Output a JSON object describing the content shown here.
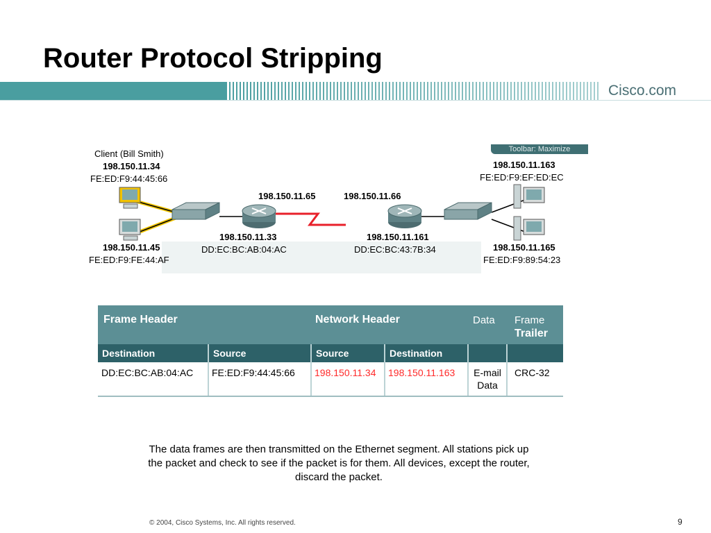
{
  "slide": {
    "title": "Router Protocol Stripping",
    "brand": "Cisco.com",
    "copyright": "© 2004, Cisco Systems, Inc. All rights reserved.",
    "page_number": "9"
  },
  "figure": {
    "toolbar_tag": "Toolbar: Maximize",
    "client": {
      "name": "Client (Bill Smith)",
      "ip": "198.150.11.34",
      "mac": "FE:ED:F9:44:45:66"
    },
    "host_left_bottom": {
      "ip": "198.150.11.45",
      "mac": "FE:ED:F9:FE:44:AF"
    },
    "router_left": {
      "wan_ip": "198.150.11.65",
      "lan_ip": "198.150.11.33",
      "lan_mac": "DD:EC:BC:AB:04:AC"
    },
    "router_right": {
      "wan_ip": "198.150.11.66",
      "lan_ip": "198.150.11.161",
      "lan_mac": "DD:EC:BC:43:7B:34"
    },
    "host_right_top": {
      "ip": "198.150.11.163",
      "mac": "FE:ED:F9:EF:ED:EC"
    },
    "host_right_bottom": {
      "ip": "198.150.11.165",
      "mac": "FE:ED:F9:89:54:23"
    },
    "caption_lines": [
      "The data frames are then transmitted on the Ethernet segment. All stations pick up",
      "the packet and check to see if the packet is for them. All devices, except the router,",
      "discard the packet."
    ]
  },
  "frame_table": {
    "groups": {
      "frame_header": "Frame Header",
      "network_header": "Network Header",
      "data": "Data",
      "frame_trailer_1": "Frame",
      "frame_trailer_2": "Trailer"
    },
    "columns": [
      "Destination",
      "Source",
      "Source",
      "Destination",
      "",
      ""
    ],
    "row": {
      "frame_dest": "DD:EC:BC:AB:04:AC",
      "frame_src": "FE:ED:F9:44:45:66",
      "net_src": "198.150.11.34",
      "net_dest": "198.150.11.163",
      "data_1": "E-mail",
      "data_2": "Data",
      "trailer": "CRC-32"
    },
    "colors": {
      "header": "#5c8f95",
      "subheader": "#2d6168",
      "highlight": "#ff2a2a"
    }
  }
}
